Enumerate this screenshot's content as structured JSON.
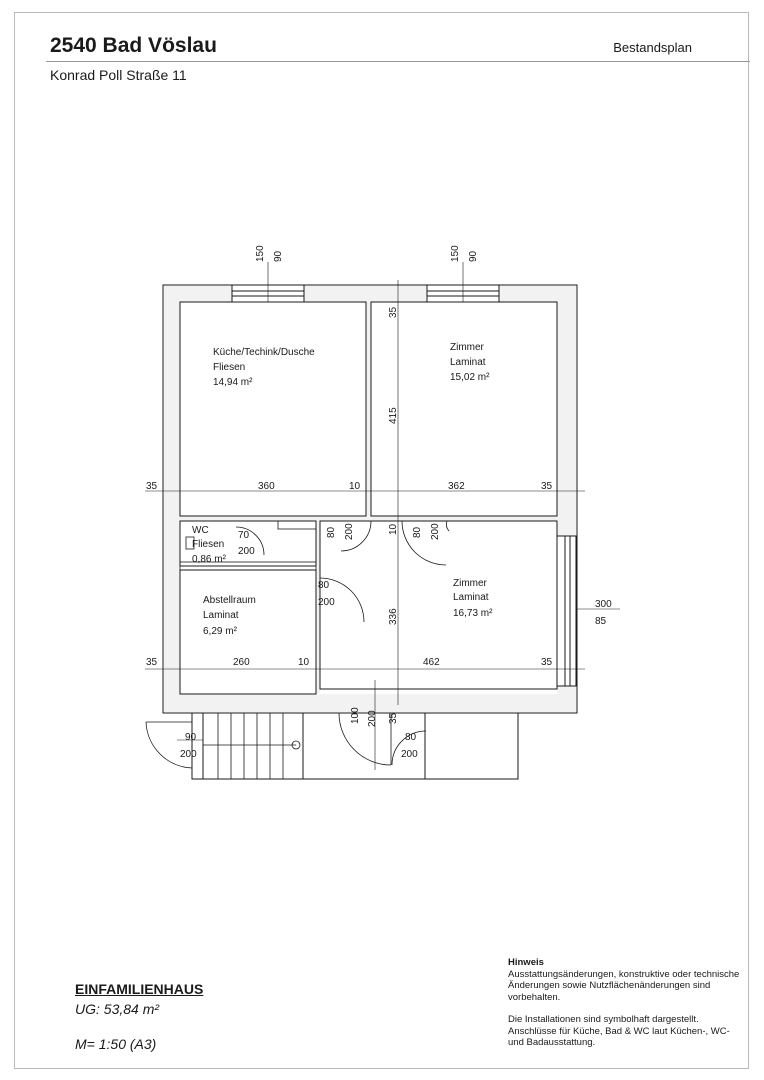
{
  "header": {
    "title": "2540 Bad Vöslau",
    "address": "Konrad Poll Straße 11",
    "plan_type": "Bestandsplan"
  },
  "rooms": [
    {
      "name": "Küche/Techink/Dusche",
      "floor": "Fliesen",
      "area": "14,94 m²"
    },
    {
      "name": "Zimmer",
      "floor": "Laminat",
      "area": "15,02 m²"
    },
    {
      "name": "WC",
      "floor": "Fliesen",
      "area": "0,86 m²"
    },
    {
      "name": "Abstellraum",
      "floor": "Laminat",
      "area": "6,29 m²"
    },
    {
      "name": "Zimmer",
      "floor": "Laminat",
      "area": "16,73 m²"
    }
  ],
  "dimensions": {
    "win1_h": "150",
    "win1_w": "90",
    "win2_h": "150",
    "win2_w": "90",
    "wall_left_upper": "35",
    "kitchen_width": "360",
    "wall_mid_upper": "10",
    "room_width_upper": "362",
    "wall_right_upper": "35",
    "wall_top_right": "35",
    "room_depth": "415",
    "door_kitchen_w": "80",
    "door_kitchen_h": "200",
    "wall_mid_v": "10",
    "door_zimmer_w": "80",
    "door_zimmer_h": "200",
    "wc_w": "70",
    "wc_h": "200",
    "abst_door_w": "80",
    "abst_door_h": "200",
    "hall_depth": "336",
    "window_right_h": "300",
    "window_right_w": "85",
    "wall_left_lower": "35",
    "abst_width": "260",
    "wall_mid_lower": "10",
    "room_width_lower": "462",
    "wall_right_lower": "35",
    "stair_door_w": "100",
    "stair_door_h": "200",
    "wall_stair": "35",
    "ext_door_w": "90",
    "ext_door_h": "200",
    "ext_door2_w": "80",
    "ext_door2_h": "200"
  },
  "footer": {
    "building": "EINFAMILIENHAUS",
    "area": "UG: 53,84 m²",
    "scale": "M= 1:50  (A3)"
  },
  "note": {
    "title": "Hinweis",
    "paragraph1": "Ausstattungsänderungen, konstruktive oder technische Änderungen sowie Nutzflächenänderungen sind vorbehalten.",
    "paragraph2": "Die Installationen sind symbolhaft dargestellt. Anschlüsse für Küche, Bad & WC laut Küchen-, WC- und Badausstattung."
  }
}
